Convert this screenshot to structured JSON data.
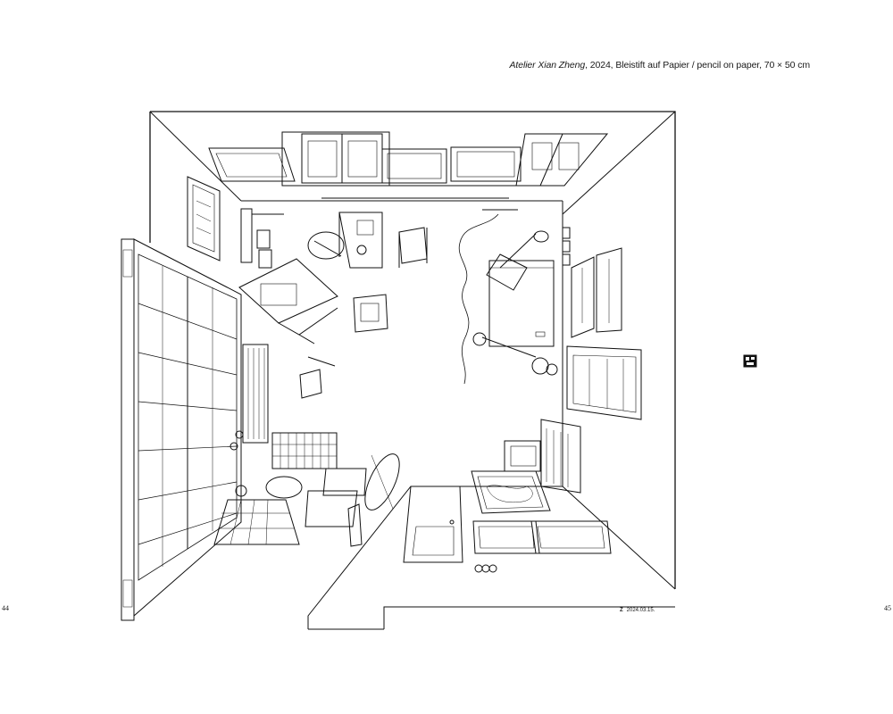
{
  "caption": {
    "title": "Atelier Xian Zheng",
    "details": ", 2024, Bleistift auf Papier / pencil on paper, 70 × 50 cm"
  },
  "pages": {
    "left": "44",
    "right": "45"
  },
  "artwork": {
    "signature_mark": "Z",
    "signature_date": "2024.03.15.",
    "stamp_icon": "seal-stamp-icon",
    "medium": "pencil line drawing"
  }
}
